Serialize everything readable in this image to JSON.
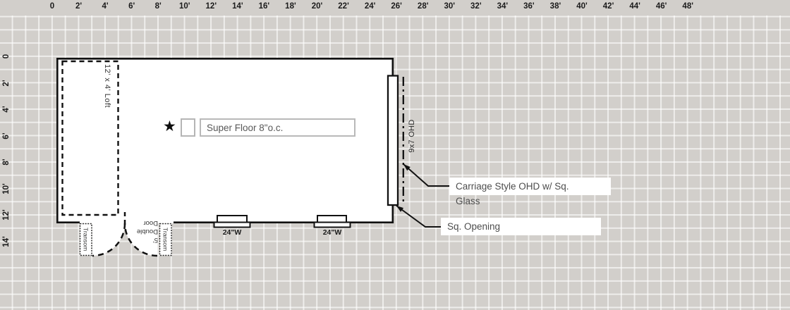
{
  "rulers": {
    "top": [
      "0",
      "2'",
      "4'",
      "6'",
      "8'",
      "10'",
      "12'",
      "14'",
      "16'",
      "18'",
      "20'",
      "22'",
      "24'",
      "26'",
      "28'",
      "30'",
      "32'",
      "34'",
      "36'",
      "38'",
      "40'",
      "42'",
      "44'",
      "46'",
      "48'"
    ],
    "left": [
      "0",
      "2'",
      "4'",
      "6'",
      "8'",
      "10'",
      "12'",
      "14'"
    ]
  },
  "plan": {
    "loft": {
      "label": "12' x 4' Loft"
    },
    "garage_door": {
      "label": "9x7 OHD"
    },
    "double_door": {
      "size_lines": [
        "5'",
        "Double",
        "Door"
      ],
      "transom_left": "Transom",
      "transom_right": "Transom"
    },
    "windows": [
      {
        "label": "24\"W"
      },
      {
        "label": "24\"W"
      }
    ]
  },
  "annotations": {
    "carriage": {
      "line1": "Carriage Style OHD w/ Sq.",
      "line2": "Glass"
    },
    "sq_opening": {
      "text": "Sq. Opening"
    }
  },
  "floor_note": {
    "star_icon": "★",
    "text": "Super Floor 8\"o.c."
  },
  "colors": {
    "canvas_bg": "#d2cfcb",
    "grid_line": "#eceae7",
    "wall": "#111111",
    "label_text": "#333333",
    "note_text": "#4d4d4d",
    "field_border": "#b9b9b9"
  }
}
